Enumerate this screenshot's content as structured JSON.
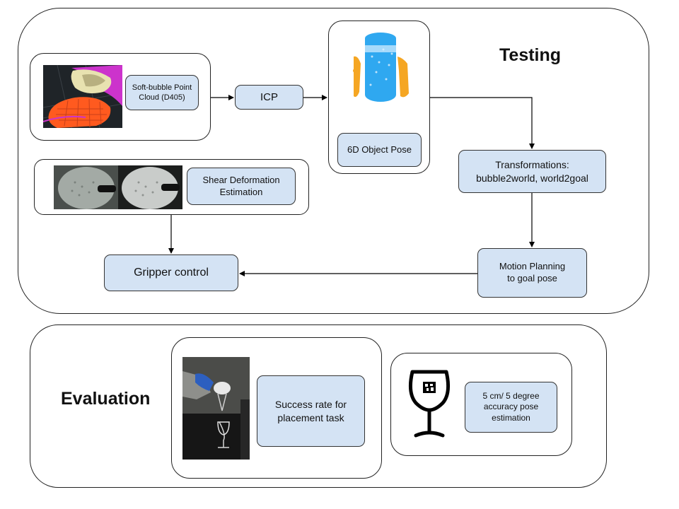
{
  "testing": {
    "title": "Testing",
    "pointcloud_label": "Soft-bubble Point Cloud (D405)",
    "icp_label": "ICP",
    "pose_label": "6D Object Pose",
    "transform_label": "Transformations: bubble2world, world2goal",
    "shear_label": "Shear Deformation Estimation",
    "motion_label": "Motion Planning to goal pose",
    "gripper_label": "Gripper control"
  },
  "evaluation": {
    "title": "Evaluation",
    "success_label": "Success rate for placement task",
    "accuracy_label": "5 cm/ 5 degree accuracy pose estimation"
  },
  "colors": {
    "box_fill": "#d4e3f4",
    "pointcloud_orange": "#ff5a1f",
    "pointcloud_magenta": "#cc33cc",
    "pose_blue": "#2fa8f0",
    "pose_orange": "#f5a623"
  },
  "icons": [
    "soft-bubble-pointcloud-image",
    "object-pose-pointcloud-image",
    "shear-tactile-images",
    "robot-placement-photo",
    "wine-glass-icon",
    "arrow-icon"
  ]
}
